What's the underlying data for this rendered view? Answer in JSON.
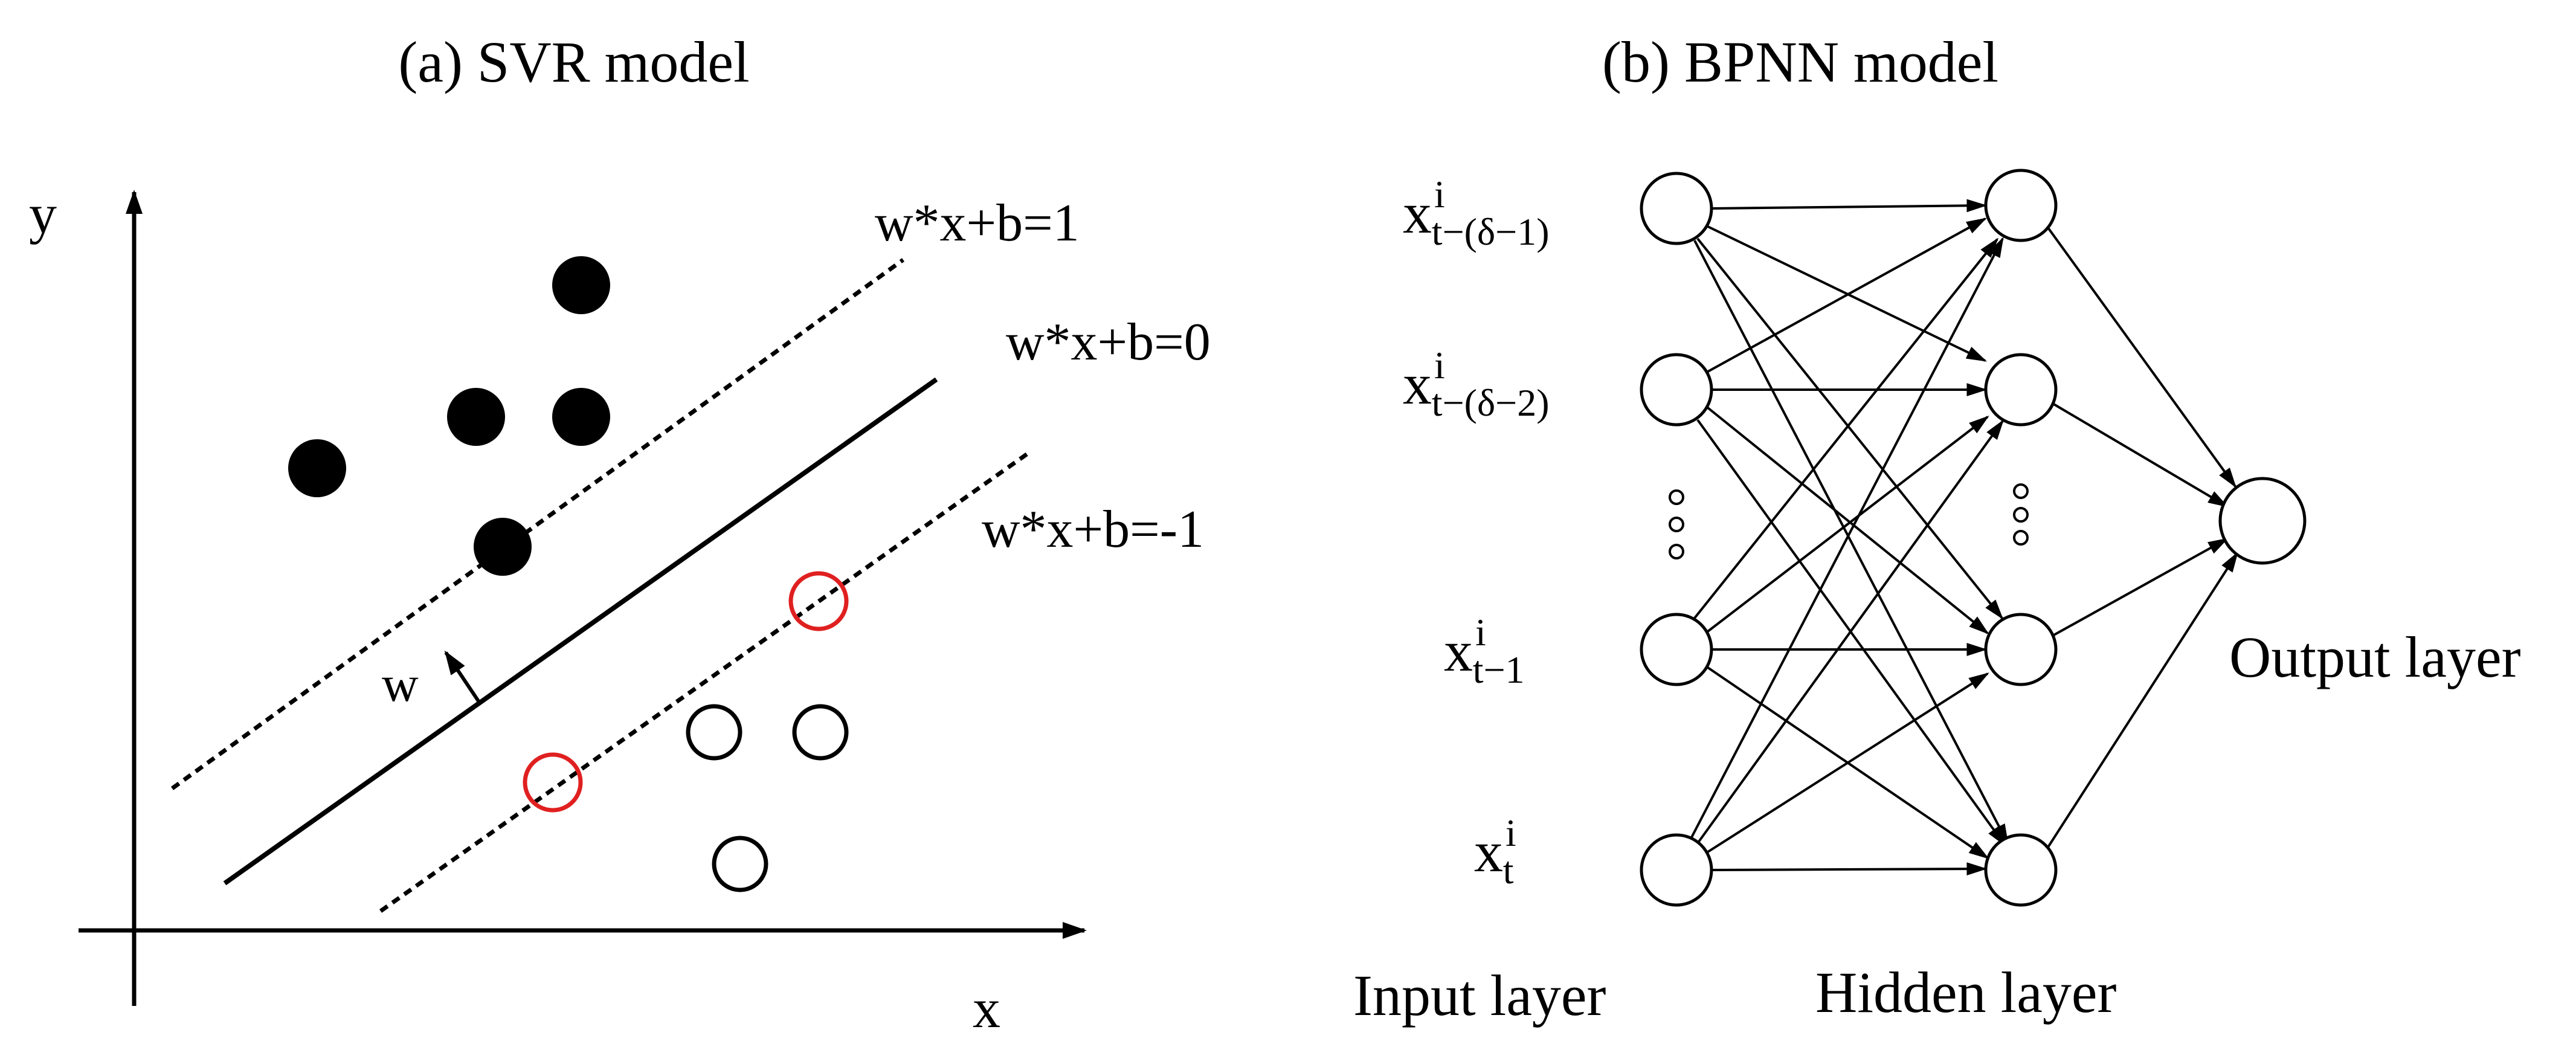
{
  "panel_a": {
    "title": "(a) SVR model",
    "x_axis_label": "x",
    "y_axis_label": "y",
    "upper_margin_label": "w*x+b=1",
    "hyperplane_label": "w*x+b=0",
    "lower_margin_label": "w*x+b=-1",
    "weight_vector_label": "w",
    "colors": {
      "filled_points": "#000000",
      "support_vectors": "#e02020",
      "hollow_points": "#000000"
    }
  },
  "panel_b": {
    "title": "(b) BPNN model",
    "inputs": [
      {
        "base": "x",
        "sup": "i",
        "sub": "t−(δ−1)"
      },
      {
        "base": "x",
        "sup": "i",
        "sub": "t−(δ−2)"
      },
      {
        "base": "x",
        "sup": "i",
        "sub": "t−1"
      },
      {
        "base": "x",
        "sup": "i",
        "sub": "t"
      }
    ],
    "input_layer_label": "Input layer",
    "hidden_layer_label": "Hidden layer",
    "output_layer_label": "Output layer"
  }
}
